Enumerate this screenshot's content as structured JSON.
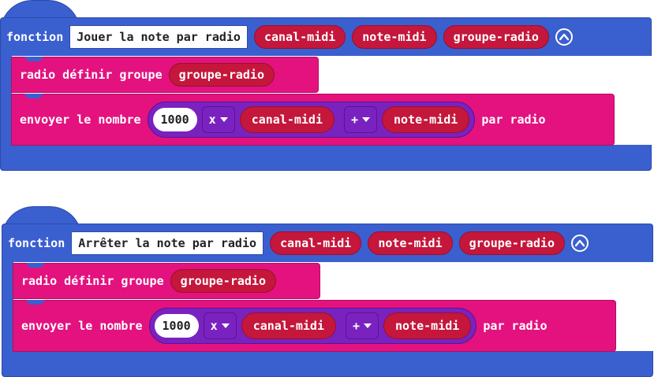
{
  "functions": [
    {
      "keyword": "fonction",
      "name": "Jouer la note par radio",
      "params": [
        "canal-midi",
        "note-midi",
        "groupe-radio"
      ],
      "set_group": {
        "label": "radio définir groupe",
        "value": "groupe-radio"
      },
      "send": {
        "label": "envoyer le nombre",
        "number": "1000",
        "op1": "x",
        "var1": "canal-midi",
        "op2": "+",
        "var2": "note-midi",
        "suffix": "par radio"
      }
    },
    {
      "keyword": "fonction",
      "name": "Arrêter la note par radio",
      "params": [
        "canal-midi",
        "note-midi",
        "groupe-radio"
      ],
      "set_group": {
        "label": "radio définir groupe",
        "value": "groupe-radio"
      },
      "send": {
        "label": "envoyer le nombre",
        "number": "1000",
        "op1": "x",
        "var1": "canal-midi",
        "op2": "+",
        "var2": "note-midi",
        "suffix": "par radio"
      }
    }
  ],
  "colors": {
    "function_block": "#3a5fcf",
    "radio_block": "#e3127f",
    "math_block": "#7a22c0",
    "variable": "#c4173b"
  },
  "icons": {
    "collapse": "chevron-up-circle-icon",
    "dropdown": "caret-down-icon"
  }
}
